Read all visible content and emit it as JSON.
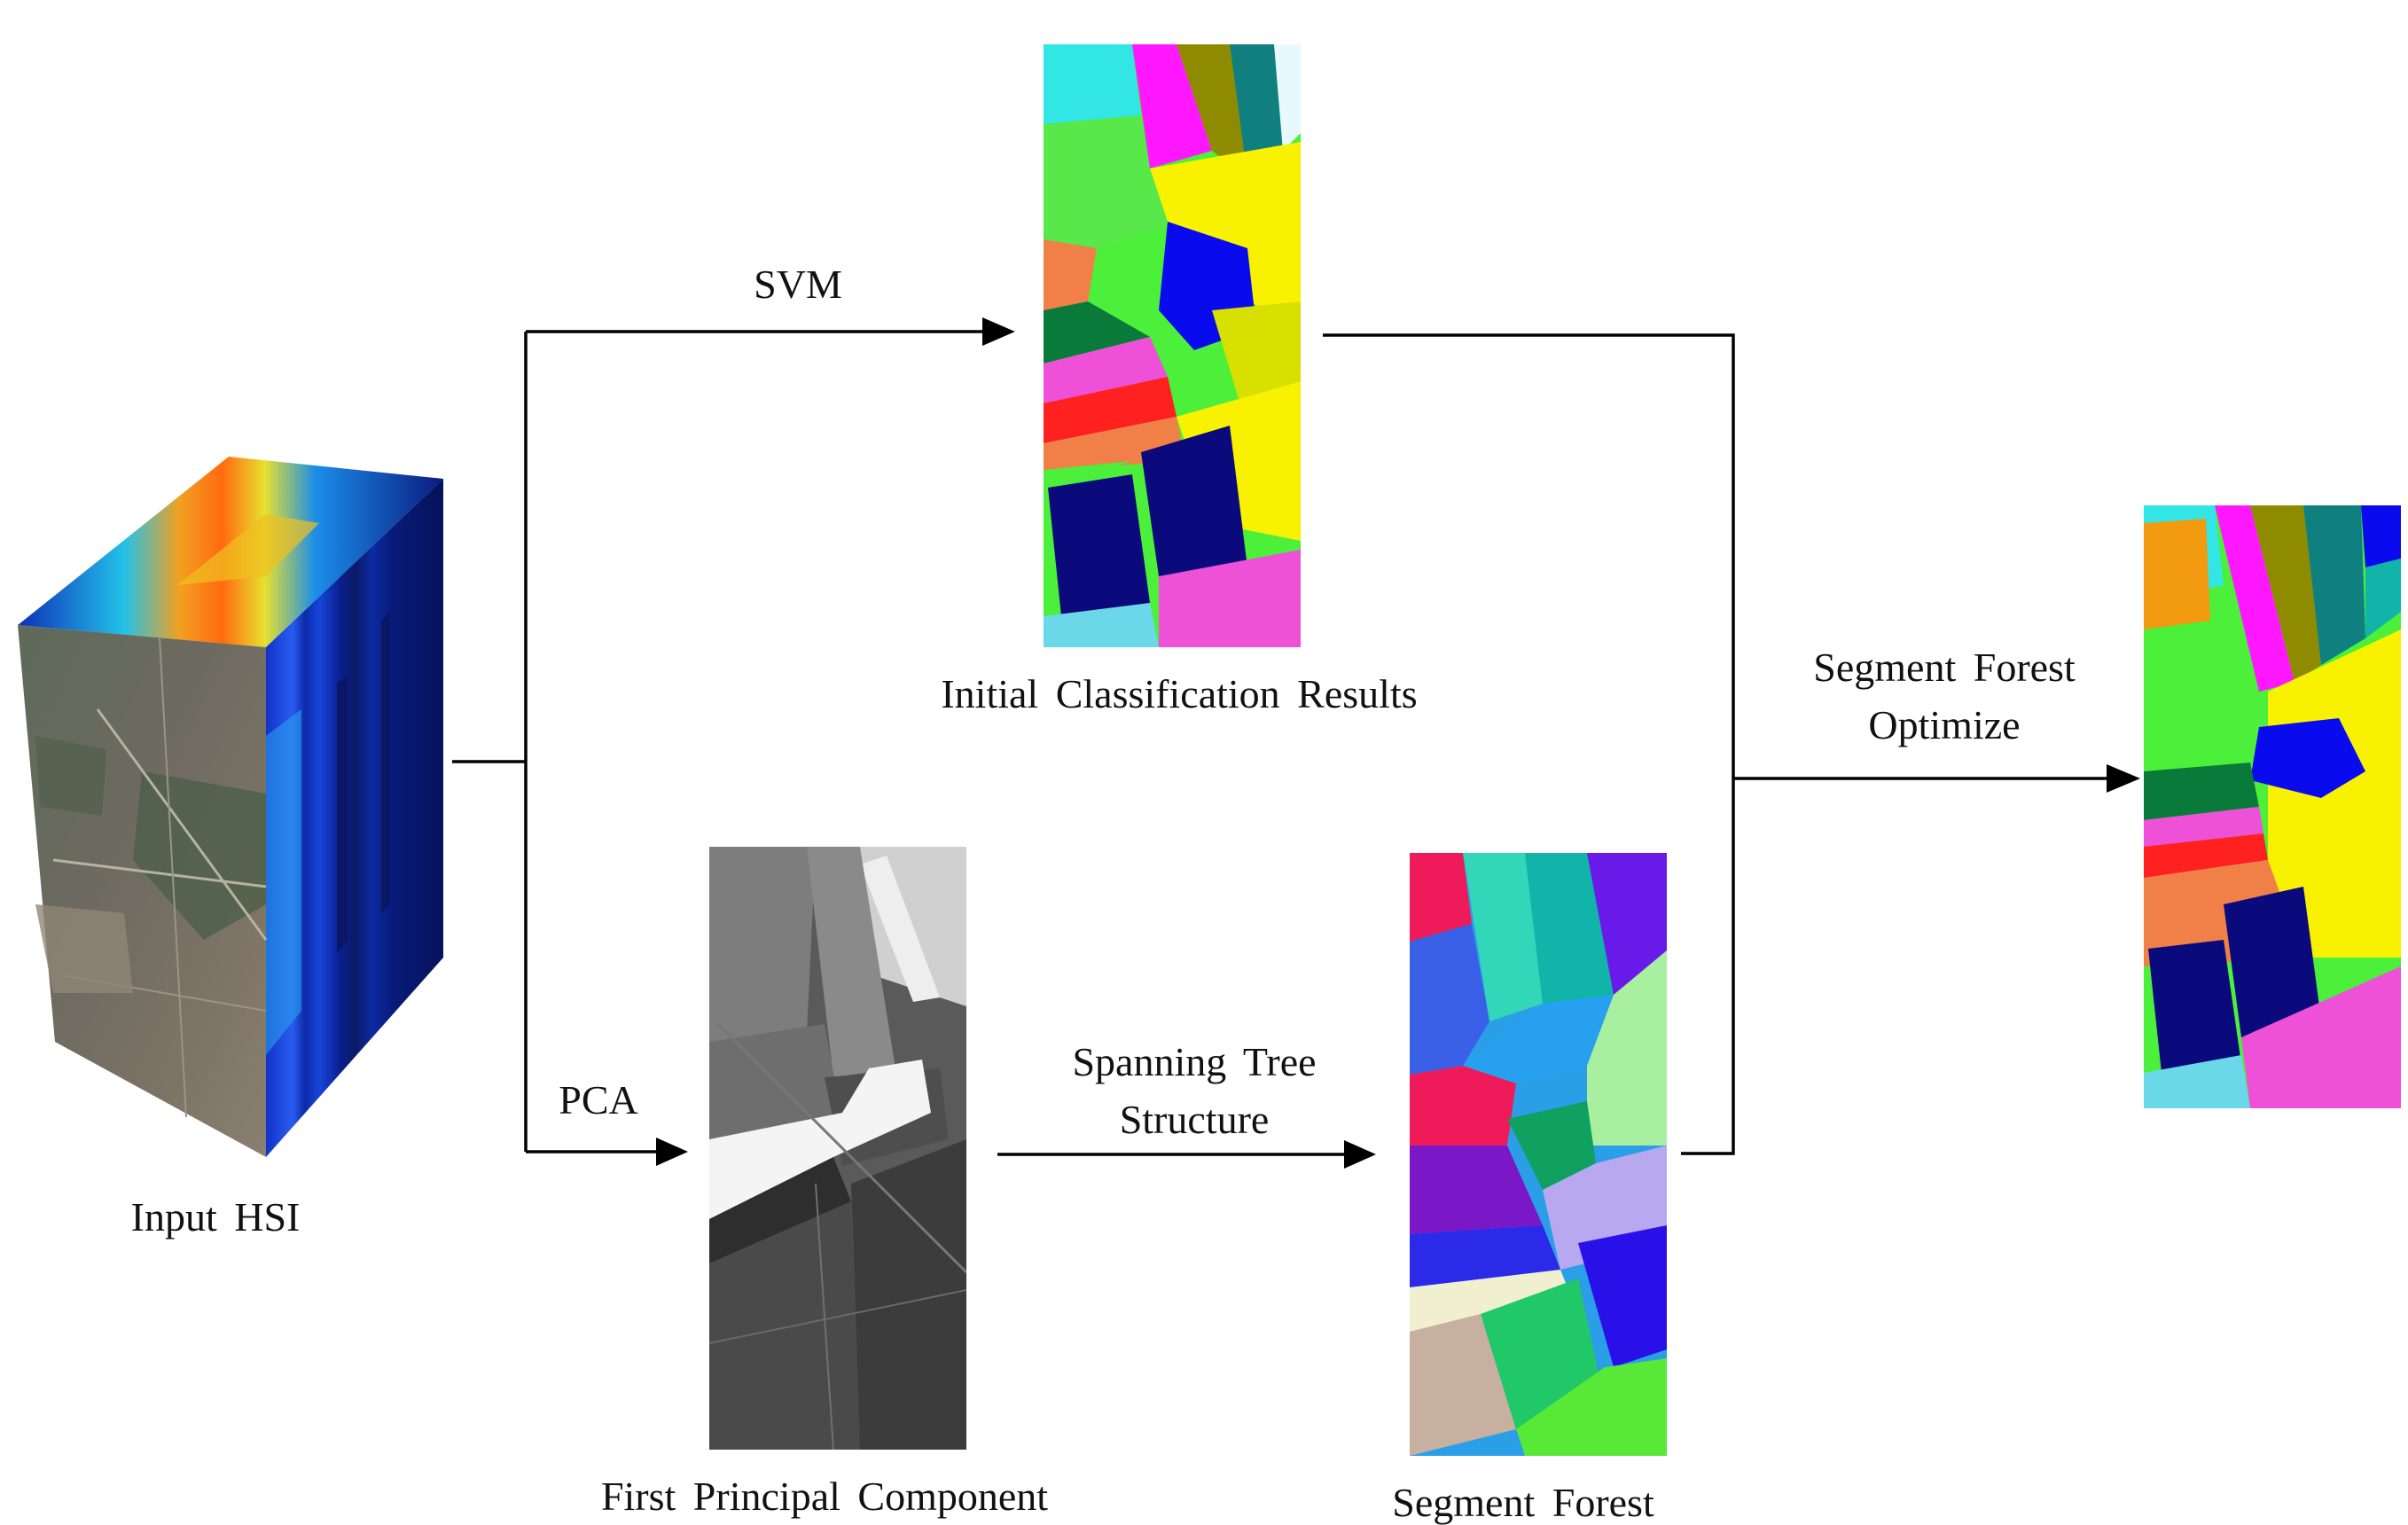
{
  "labels": {
    "svm": "SVM",
    "pca": "PCA",
    "initial_results": "Initial  Classification  Results",
    "input_hsi": "Input HSI",
    "first_pc": "First  Principal  Component",
    "spanning_line1": "Spanning  Tree",
    "spanning_line2": "Structure",
    "segment_forest": "Segment  Forest",
    "sfo_line1": "Segment Forest",
    "sfo_line2": "Optimize"
  },
  "images": {
    "input_hsi_cube": "hyperspectral-cube",
    "initial_classification_map": "classification-map",
    "first_principal_component_map": "grayscale-pca-map",
    "segment_forest_map": "segment-forest-map",
    "optimized_result_map": "optimized-classification-map"
  },
  "colors": {
    "arrow": "#000000",
    "cube_blue": "#0a1f8f",
    "class_green": "#4cef3a",
    "class_yellow": "#f8f200",
    "class_navy": "#0a0a7d",
    "class_magenta": "#ff18ff"
  }
}
